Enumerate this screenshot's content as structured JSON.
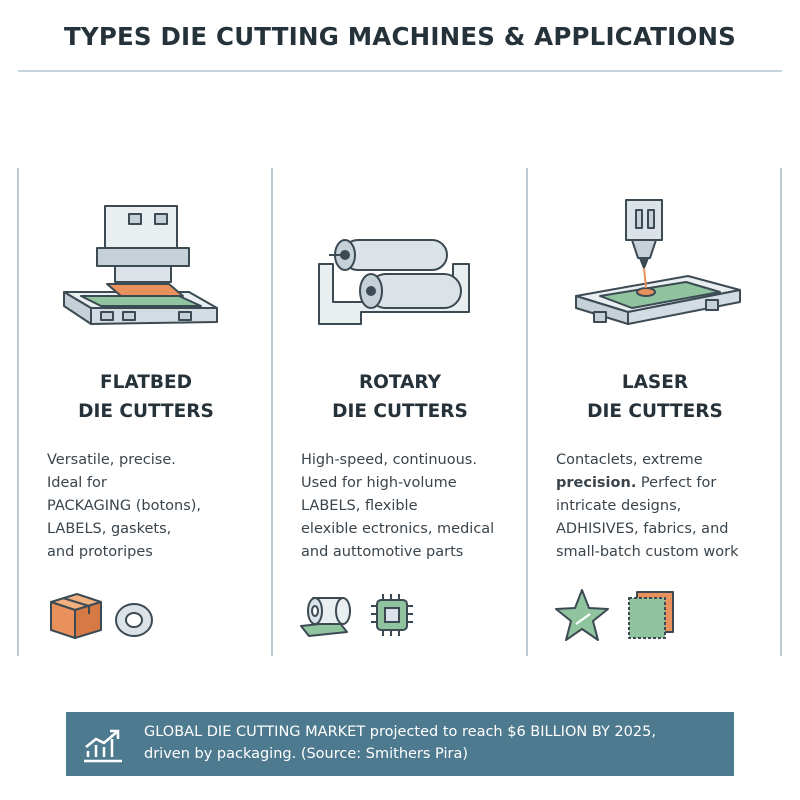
{
  "title": "TYPES DIE CUTTING MACHINES & APPLICATIONS",
  "columns": [
    {
      "heading_line1": "FLATBED",
      "heading_line2": "DIE CUTTERS",
      "desc_lines": [
        "Versatile, precise.",
        "Ideal for",
        "PACKAGING (botons),",
        "LABELS, gaskets,",
        "and protoripes"
      ],
      "icons": [
        "box-icon",
        "tape-roll-icon"
      ]
    },
    {
      "heading_line1": "ROTARY",
      "heading_line2": "DIE CUTTERS",
      "desc_lines": [
        "High-speed, continuous.",
        "Used for high-volume",
        "LABELS, flexible",
        "elexible ectronics, medical",
        "and auttomotive parts"
      ],
      "icons": [
        "label-roll-icon",
        "circuit-chip-icon"
      ]
    },
    {
      "heading_line1": "LASER",
      "heading_line2": "DIE CUTTERS",
      "desc_lines": [
        "Contaclets, extreme",
        "precision. Perfect for",
        "intricate designs,",
        "ADHISIVES, fabrics, and",
        "small-batch custom work"
      ],
      "desc_strong": "precision.",
      "icons": [
        "star-cutout-icon",
        "fabric-swatch-icon"
      ]
    }
  ],
  "banner": {
    "line1": "GLOBAL DIE CUTTING MARKET projected to reach $6 BILLION BY 2025,",
    "line2": "driven by packaging. (Source: Smithers Pira)",
    "icon": "growth-chart-icon"
  },
  "colors": {
    "accent_green": "#8fc49f",
    "accent_orange": "#e8915c",
    "banner_bg": "#4e7a8f",
    "line_gray": "#bccad3",
    "icon_stroke": "#3c4a54"
  }
}
